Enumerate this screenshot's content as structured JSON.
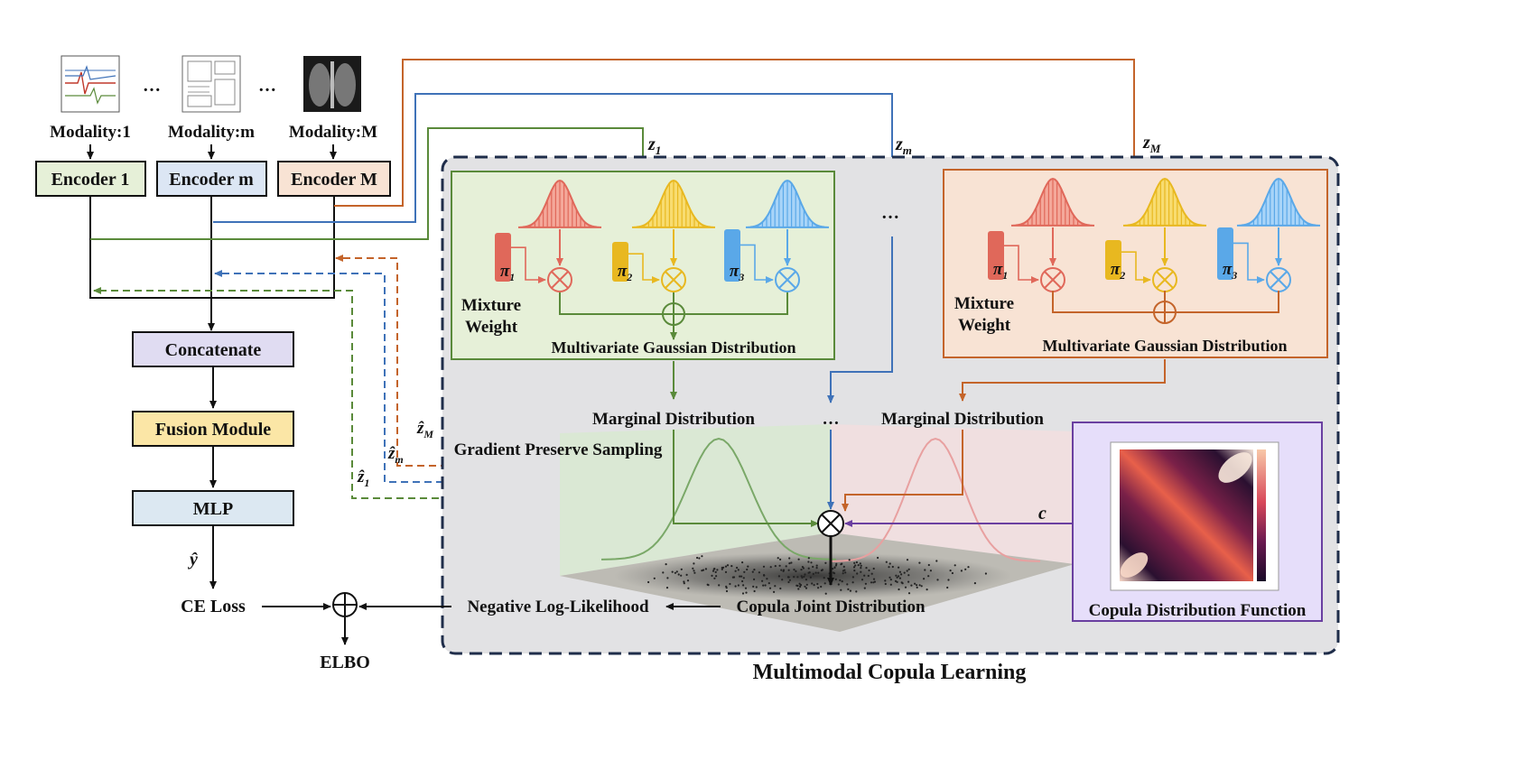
{
  "modalities": [
    {
      "label": "Modality:1",
      "encoder": "Encoder 1"
    },
    {
      "label": "Modality:m",
      "encoder": "Encoder m"
    },
    {
      "label": "Modality:M",
      "encoder": "Encoder M"
    }
  ],
  "ellipsis": "…",
  "pipeline": {
    "concatenate": "Concatenate",
    "fusion": "Fusion Module",
    "mlp": "MLP",
    "y_hat": "ŷ",
    "ce_loss": "CE Loss",
    "elbo": "ELBO"
  },
  "latents": {
    "z1": "z",
    "z1_sub": "1",
    "zm": "z",
    "zm_sub": "m",
    "zM": "z",
    "zM_sub": "M"
  },
  "latent_hats": {
    "z1": "ẑ",
    "z1_sub": "1",
    "zm": "ẑ",
    "zm_sub": "m",
    "zM": "ẑ",
    "zM_sub": "M"
  },
  "gmm": {
    "pi1": "π",
    "pi1_sub": "1",
    "pi2": "π",
    "pi2_sub": "2",
    "pi3": "π",
    "pi3_sub": "3",
    "mixture_line1": "Mixture",
    "mixture_line2": "Weight",
    "title": "Multivariate Gaussian Distribution"
  },
  "copula": {
    "marginal_left": "Marginal Distribution",
    "marginal_right": "Marginal Distribution",
    "gradient_sampling": "Gradient Preserve Sampling",
    "joint": "Copula Joint Distribution",
    "nll": "Negative Log-Likelihood",
    "c_label": "c",
    "cdf_title": "Copula Distribution Function",
    "section_title": "Multimodal Copula Learning"
  },
  "colors": {
    "green": "#5a8a3a",
    "blue": "#3f72b8",
    "orange": "#c4642a",
    "purple": "#6a3fa0",
    "gmm_green_bg": "#e6f0d8",
    "gmm_orange_bg": "#f8e3d4",
    "panel_bg": "#e2e2e4"
  }
}
